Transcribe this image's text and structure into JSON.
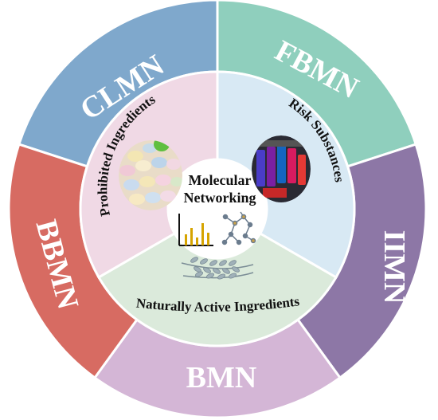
{
  "outer_ring": [
    {
      "label": "CLMN",
      "color": "#7fa8cc"
    },
    {
      "label": "FBMN",
      "color": "#8fcfbd"
    },
    {
      "label": "IIMN",
      "color": "#8d77a6"
    },
    {
      "label": "BMN",
      "color": "#d4b6d6"
    },
    {
      "label": "BBMN",
      "color": "#d76b62"
    }
  ],
  "inner_ring": [
    {
      "label": "Prohibited Ingredients",
      "color": "#f0d9e5"
    },
    {
      "label": "Risk Substances",
      "color": "#d8e9f4"
    },
    {
      "label": "Naturally Active Ingredients",
      "color": "#dbeadb"
    }
  ],
  "center": {
    "title_line1": "Molecular",
    "title_line2": "Networking",
    "color": "#ffffff"
  },
  "icons": {
    "pills": "pills-icon",
    "vials": "test-tubes-icon",
    "wheat": "wheat-icon",
    "chart": "bar-chart-icon",
    "network": "network-icon"
  }
}
